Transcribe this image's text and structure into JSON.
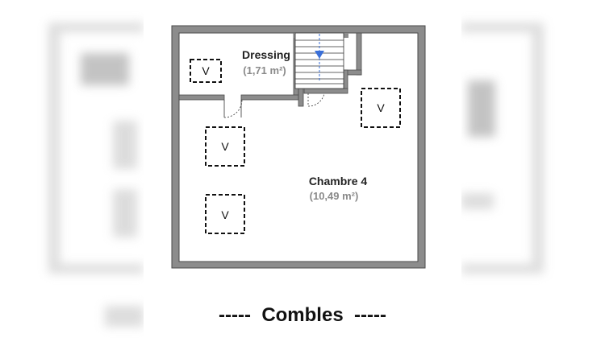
{
  "plan": {
    "rooms": [
      {
        "name": "Dressing",
        "area": "(1,71 m²)"
      },
      {
        "name": "Chambre 4",
        "area": "(10,49 m²)"
      }
    ],
    "void_label": "V",
    "floor_label": "-----  Combles  -----"
  },
  "colors": {
    "wall": "#8c8c8c",
    "wall_outline": "#4a4a4a",
    "stair_arrow": "#3a6fd8",
    "area_text": "#8a8a8a"
  }
}
